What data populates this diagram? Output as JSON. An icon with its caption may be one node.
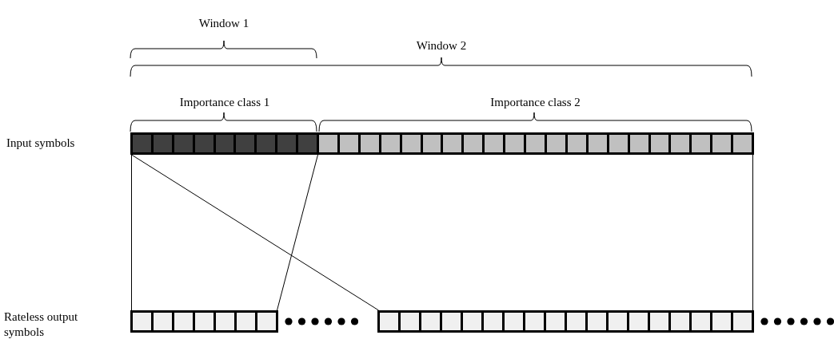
{
  "diagram": {
    "nodes": [
      {
        "text": [],
        "shape": "bar",
        "beside": [
          "Importance class 1"
        ]
      },
      {
        "text": [],
        "shape": "bar",
        "beside": [
          "Importance class 2"
        ]
      },
      {
        "text": [],
        "shape": "bar"
      },
      {
        "text": [],
        "shape": "bar"
      }
    ],
    "edges": [
      {
        "from": 0,
        "to": 2,
        "arrow": "none"
      },
      {
        "from": 0,
        "to": 2,
        "arrow": "none"
      },
      {
        "from": 0,
        "to": 3,
        "arrow": "none"
      },
      {
        "from": 1,
        "to": 3,
        "arrow": "none"
      }
    ],
    "labels": [
      "Window 1",
      "Window 2",
      "Input symbols",
      "Rateless output symbols"
    ]
  }
}
